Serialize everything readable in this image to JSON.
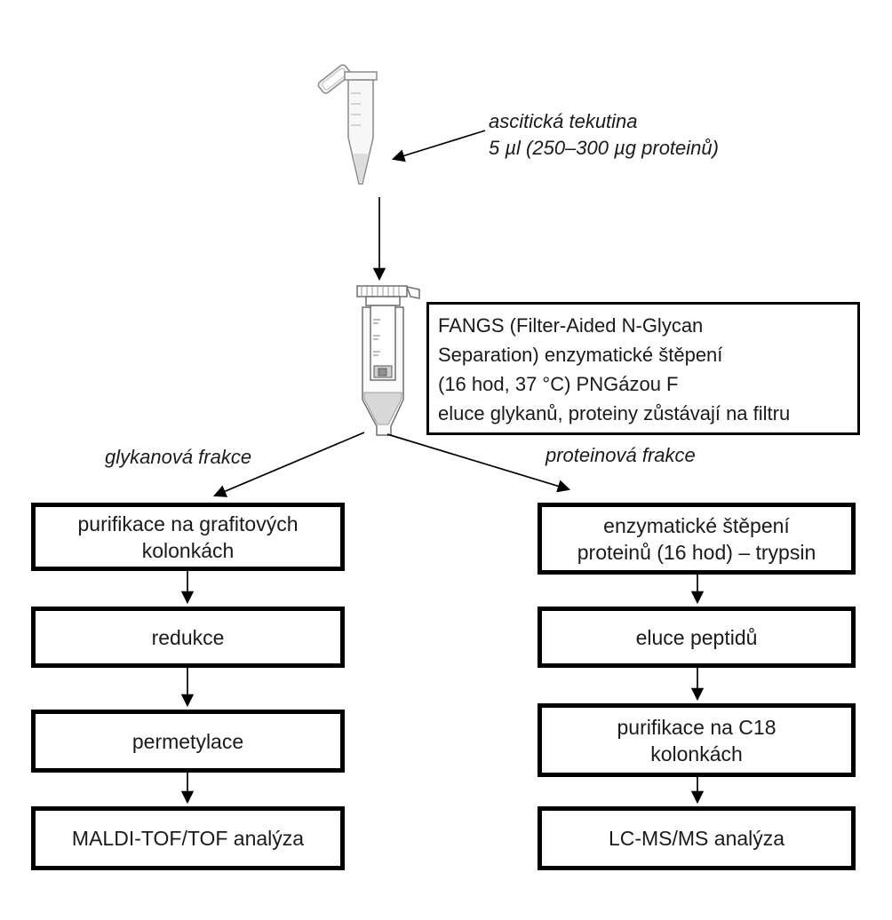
{
  "sample_label": {
    "text": "ascitická tekutina\n5 µl (250–300 µg proteinů)"
  },
  "fangs_box": {
    "lines": [
      "FANGS (Filter-Aided N-Glycan",
      "Separation) enzymatické štěpení",
      "(16 hod, 37 °C) PNGázou F",
      "eluce glykanů, proteiny zůstávají na filtru"
    ]
  },
  "branches": {
    "left_label": "glykanová frakce",
    "right_label": "proteinová frakce"
  },
  "left_column": {
    "steps": [
      "purifikace na grafitových\nkolonkách",
      "redukce",
      "permetylace",
      "MALDI-TOF/TOF analýza"
    ]
  },
  "right_column": {
    "steps": [
      "enzymatické štěpení\nproteinů (16 hod) – trypsin",
      "eluce peptidů",
      "purifikace na C18\nkolonkách",
      "LC-MS/MS analýza"
    ]
  },
  "icons": {
    "tube": "microcentrifuge-tube-icon",
    "filter": "spin-filter-column-icon"
  },
  "colors": {
    "box_border": "#000000",
    "text": "#1a1a1a",
    "background": "#ffffff",
    "drawing_outline": "#8a8a8a",
    "drawing_fill": "#f3f3f3",
    "liquid": "#d8d8d8"
  }
}
